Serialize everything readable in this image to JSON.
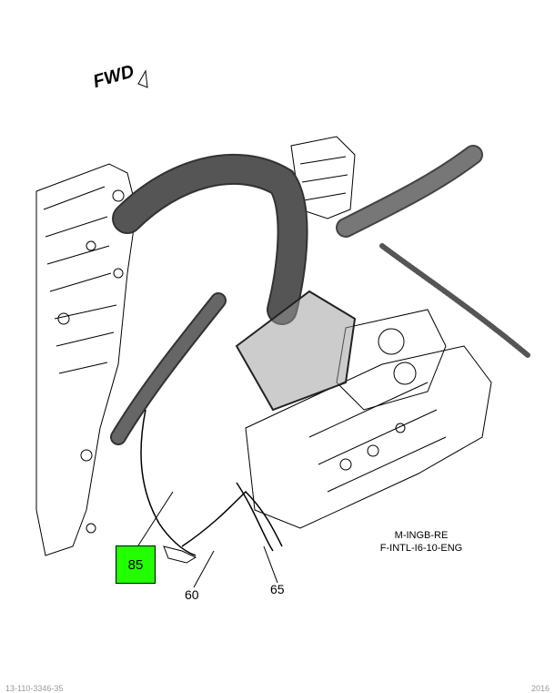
{
  "orientation_label": "FWD",
  "callouts": {
    "c85": "85",
    "c60": "60",
    "c65": "65"
  },
  "reference": {
    "line1": "M-INGB-RE",
    "line2": "F-INTL-I6-10-ENG"
  },
  "footer": {
    "left": "13-110-3346-35",
    "right": "2016"
  },
  "colors": {
    "highlight": "#22ff00",
    "line": "#000000"
  }
}
